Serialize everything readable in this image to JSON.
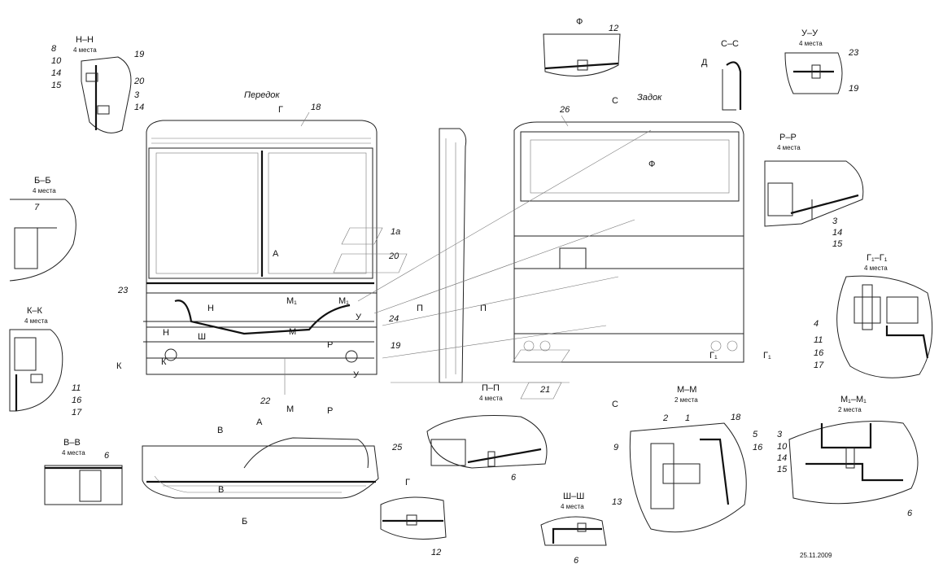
{
  "labels": {
    "front": "Передок",
    "rear": "Задок",
    "date": "25.11.2009",
    "count4": "4 места",
    "count2": "2 места"
  },
  "sections": {
    "nn": "Н–Н",
    "bb": "Б–Б",
    "kk": "К–К",
    "vv": "В–В",
    "ff": "Ф",
    "ss": "С–С",
    "uu": "У–У",
    "rr": "Р–Р",
    "gg1": "Г₁–Г₁",
    "mm": "М–М",
    "m1m1": "М₁–М₁",
    "pp": "П–П",
    "shsh": "Ш–Ш",
    "g": "Г",
    "a": "А"
  },
  "markers": {
    "D": "Д",
    "G": "Г",
    "A": "А",
    "K": "К",
    "M": "М",
    "R": "Р",
    "P": "П",
    "U": "У",
    "N": "Н",
    "Sh": "Ш",
    "S": "С",
    "V": "В",
    "B": "Б",
    "F": "Ф",
    "M1": "М₁",
    "G1": "Г₁"
  },
  "callouts": {
    "nn_stack": [
      "8",
      "10",
      "14",
      "15"
    ],
    "nn_right": [
      "19",
      "20",
      "3",
      "14"
    ],
    "bb": [
      "7"
    ],
    "kk": [
      "11",
      "16",
      "17"
    ],
    "vv": [
      "6"
    ],
    "ff": [
      "12"
    ],
    "uu": [
      "23",
      "19"
    ],
    "rr": [
      "3",
      "14",
      "15"
    ],
    "gg1": [
      "4",
      "11",
      "16",
      "17"
    ],
    "mm": [
      "2",
      "1",
      "18",
      "5",
      "16",
      "9",
      "13"
    ],
    "m1m1": [
      "3",
      "10",
      "14",
      "15",
      "6"
    ],
    "pp": [
      "6"
    ],
    "shsh": [
      "6"
    ],
    "g": [
      "12"
    ],
    "front": [
      "18",
      "1а",
      "20",
      "23",
      "24",
      "19",
      "22",
      "21"
    ],
    "rear": [
      "26"
    ],
    "side": [
      "25"
    ]
  }
}
